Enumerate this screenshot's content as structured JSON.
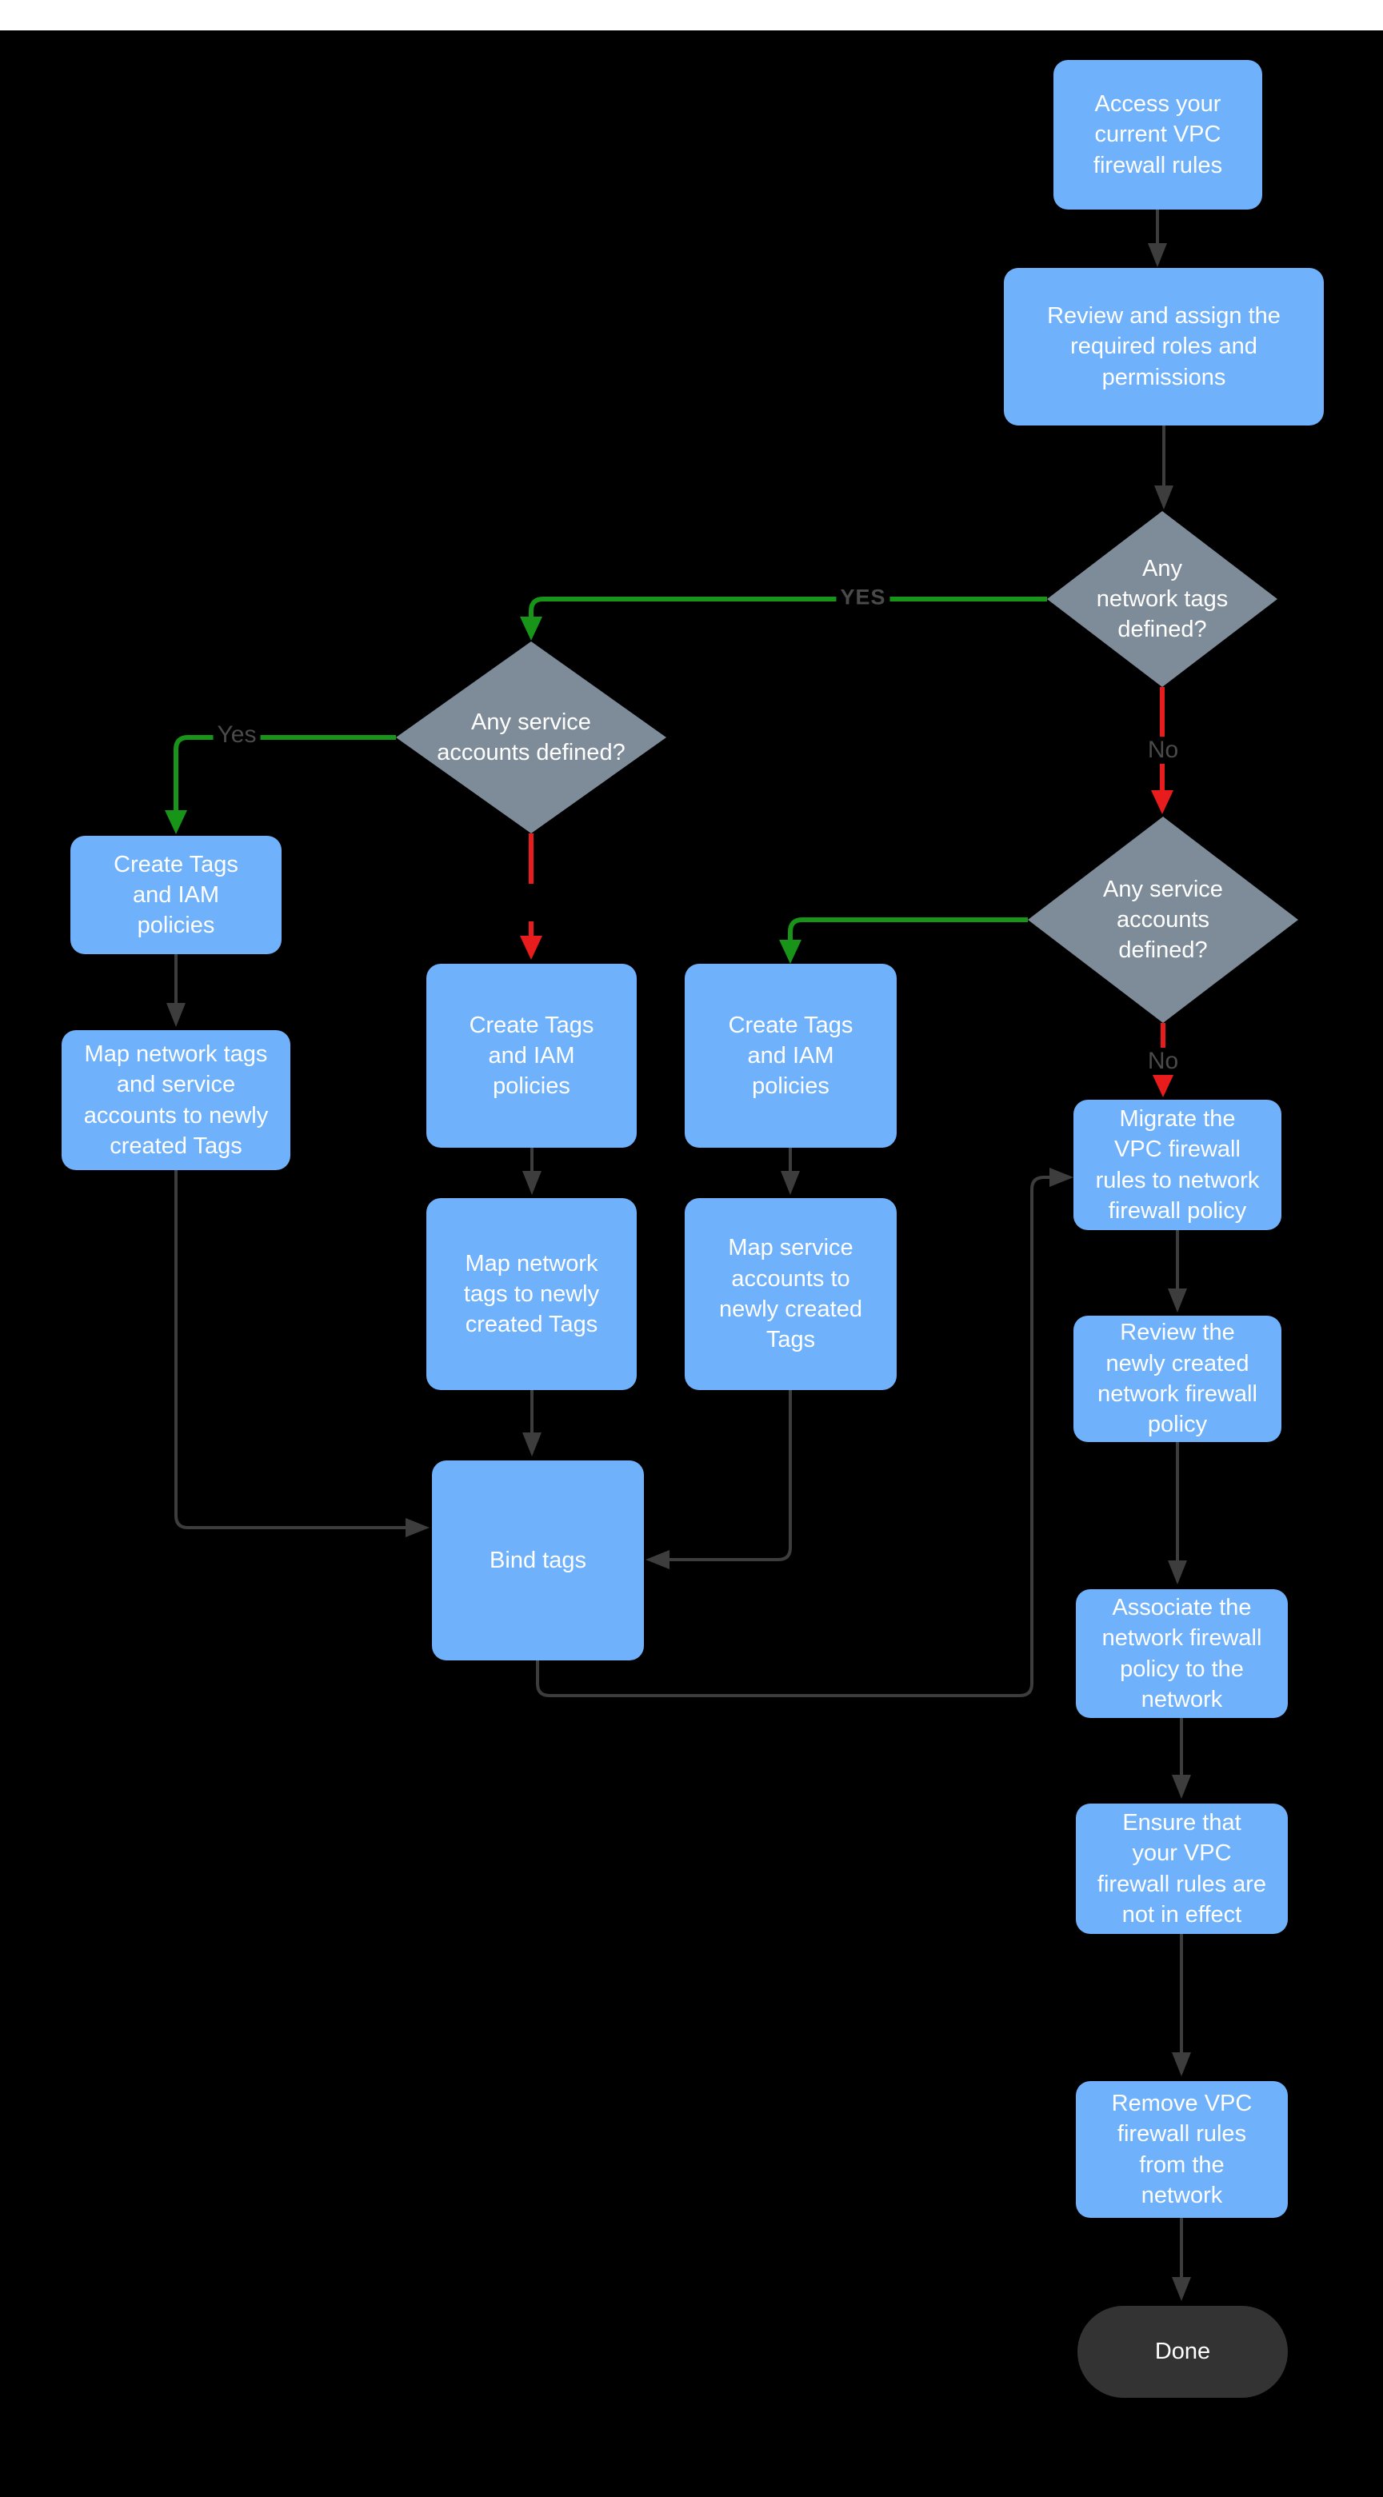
{
  "colors": {
    "bg_black": "#000000",
    "topbar_white": "#ffffff",
    "node_blue": "#6fb1fb",
    "diamond_gray": "#7e8b98",
    "done_dark": "#333333",
    "edge_dark": "#3d3d3d",
    "edge_green": "#189418",
    "edge_red": "#e81c1c",
    "label_gray": "#4a4a4a",
    "text_white": "#ffffff"
  },
  "nodes": {
    "access": {
      "label": "Access your\ncurrent VPC\nfirewall rules"
    },
    "review_roles": {
      "label": "Review and assign the\nrequired roles and\npermissions"
    },
    "network_tags_decision": {
      "label": "Any\nnetwork tags\ndefined?"
    },
    "service_accounts_decision_right": {
      "label": "Any service\naccounts\ndefined?"
    },
    "service_accounts_decision_left": {
      "label": "Any service\naccounts defined?"
    },
    "create_tags_left": {
      "label": "Create Tags\nand IAM\npolicies"
    },
    "map_both_left": {
      "label": "Map network tags\nand service\naccounts to newly\ncreated Tags"
    },
    "create_tags_mid": {
      "label": "Create Tags\nand IAM\npolicies"
    },
    "map_network_tags_mid": {
      "label": "Map network\ntags to newly\ncreated Tags"
    },
    "create_tags_right": {
      "label": "Create Tags\nand IAM\npolicies"
    },
    "map_service_accounts": {
      "label": "Map service\naccounts  to\nnewly created\nTags"
    },
    "bind_tags": {
      "label": "Bind tags"
    },
    "migrate": {
      "label": "Migrate the\nVPC firewall\nrules to network\nfirewall policy"
    },
    "review_policy": {
      "label": "Review the\nnewly created\nnetwork firewall\npolicy"
    },
    "associate": {
      "label": "Associate the\nnetwork firewall\npolicy to the\nnetwork"
    },
    "ensure": {
      "label": "Ensure that\nyour VPC\nfirewall rules are\nnot in effect"
    },
    "remove": {
      "label": "Remove  VPC\nfirewall rules\nfrom the\nnetwork"
    },
    "done": {
      "label": "Done"
    }
  },
  "edge_labels": {
    "yes_top": "YES",
    "no_top": "No",
    "yes_left": "Yes",
    "no_right": "No"
  }
}
